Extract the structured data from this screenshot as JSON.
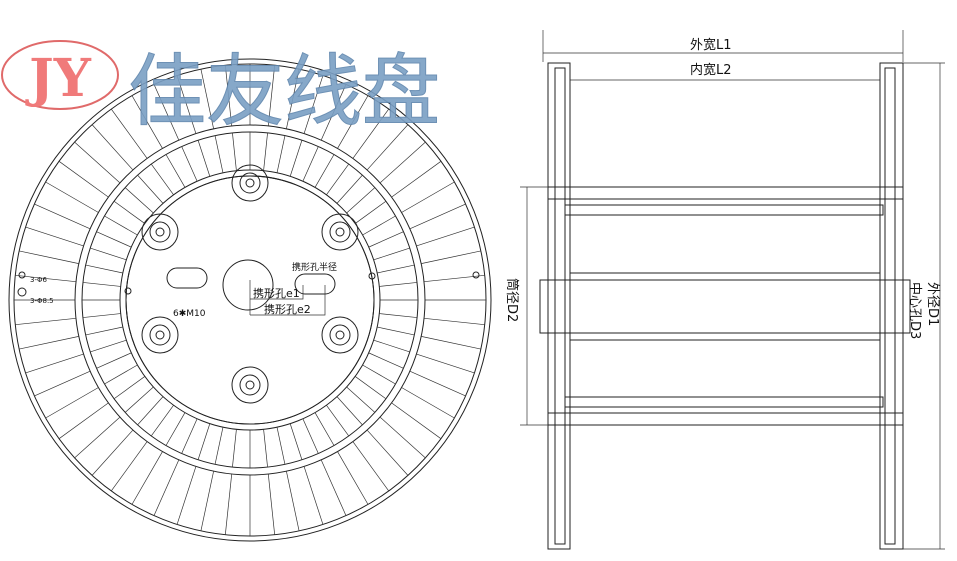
{
  "logo": {
    "letters": "JY",
    "color": "#f07a7a"
  },
  "brand": {
    "text": "佳友线盘",
    "color": "#7a9fc4"
  },
  "front_view": {
    "labels": {
      "hole_small": "3-Φ6",
      "hole_large": "3-Φ8.5",
      "bolt": "6✱M10",
      "handle_radius": "携形孔半径",
      "handle_e1": "携形孔e1",
      "handle_e2": "携形孔e2"
    }
  },
  "side_view": {
    "labels": {
      "outer_width": "外宽L1",
      "inner_width": "内宽L2",
      "barrel_dia": "筒径D2",
      "center_hole": "中心孔D3",
      "outer_dia": "外径D1"
    }
  }
}
